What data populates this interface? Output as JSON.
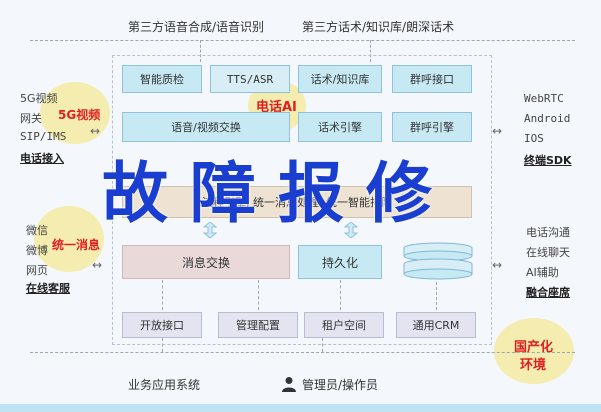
{
  "top_labels": {
    "left": "第三方语音合成/语音识别",
    "right": "第三方话术/知识库/朗深话术"
  },
  "modules": {
    "quality": "智能质检",
    "tts_asr": "TTS/ASR",
    "script_kb": "话术/知识库",
    "call_api": "群呼接口",
    "av_switch": "语音/视频交换",
    "script_engine": "话术引擎",
    "call_engine": "群呼引擎",
    "flow_engine": "流程引擎, 统一消息处理, 统一智能排队",
    "msg_switch": "消息交换",
    "persist": "持久化",
    "open_api": "开放接口",
    "mgmt": "管理配置",
    "tenant": "租户空间",
    "crm": "通用CRM"
  },
  "left_top": {
    "lines": [
      "5G视频",
      "网关",
      "SIP/IMS"
    ],
    "title": "电话接入",
    "highlight": "5G视频"
  },
  "left_mid": {
    "lines": [
      "微信",
      "微博",
      "网页"
    ],
    "title": "在线客服",
    "highlight": "统一消息"
  },
  "right_top": {
    "lines": [
      "WebRTC",
      "Android",
      "IOS"
    ],
    "title": "终端SDK"
  },
  "right_mid": {
    "lines": [
      "电话沟通",
      "在线聊天",
      "AI辅助"
    ],
    "title": "融合座席"
  },
  "center_highlight": "电话AI",
  "env_highlight": [
    "国产化",
    "环境"
  ],
  "bottom": {
    "left": "业务应用系统",
    "right": "管理员/操作员"
  },
  "overlay_title": "故障报修",
  "icons": {
    "arrow": "↔",
    "vertical": "↕"
  },
  "colors": {
    "accent_red": "#e02020",
    "overlay_blue": "#1a3fd0"
  }
}
